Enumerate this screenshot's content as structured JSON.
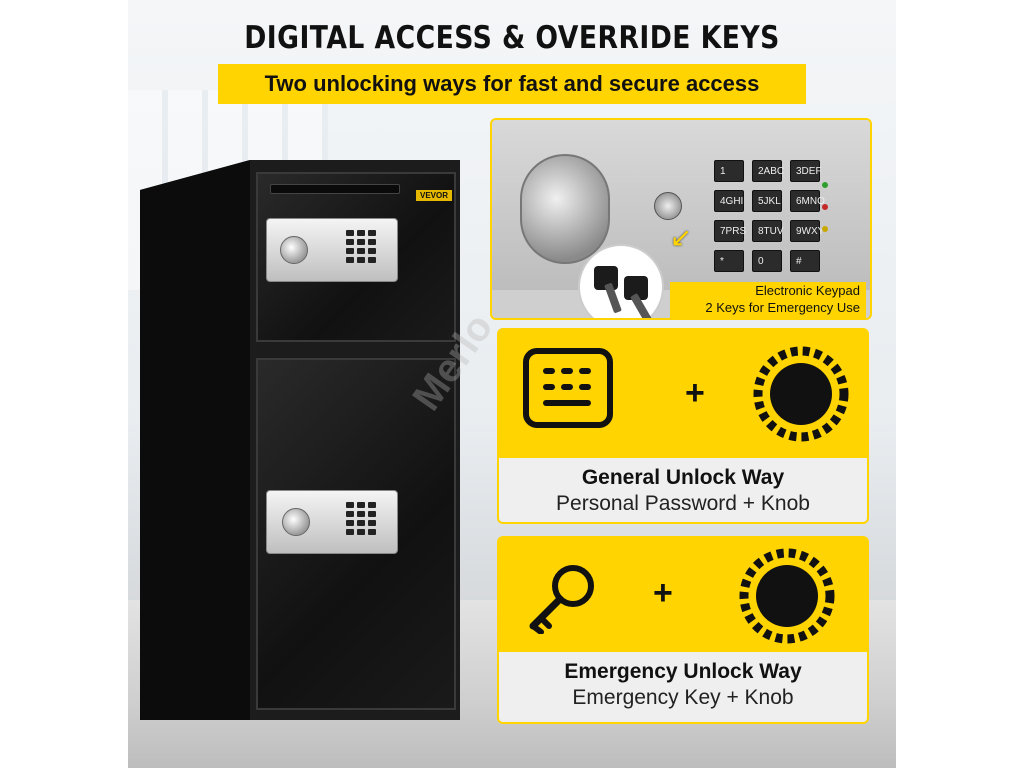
{
  "header": {
    "title": "DIGITAL ACCESS & OVERRIDE KEYS",
    "subtitle": "Two unlocking ways for fast and secure access"
  },
  "safe": {
    "brand": "VEVOR"
  },
  "keypad_panel": {
    "keys": [
      "1",
      "2ABC",
      "3DEF",
      "4GHI",
      "5JKL",
      "6MNO",
      "7PRS",
      "8TUV",
      "9WXY",
      "*",
      "0",
      "#"
    ],
    "caption_line1": "Electronic Keypad",
    "caption_line2": "2 Keys for Emergency Use"
  },
  "general": {
    "plus": "+",
    "title": "General Unlock Way",
    "subtitle": "Personal Password + Knob"
  },
  "emergency": {
    "plus": "+",
    "title": "Emergency Unlock Way",
    "subtitle": "Emergency Key + Knob"
  },
  "watermark": "Merlo",
  "colors": {
    "accent": "#ffd400",
    "ink": "#111111"
  }
}
